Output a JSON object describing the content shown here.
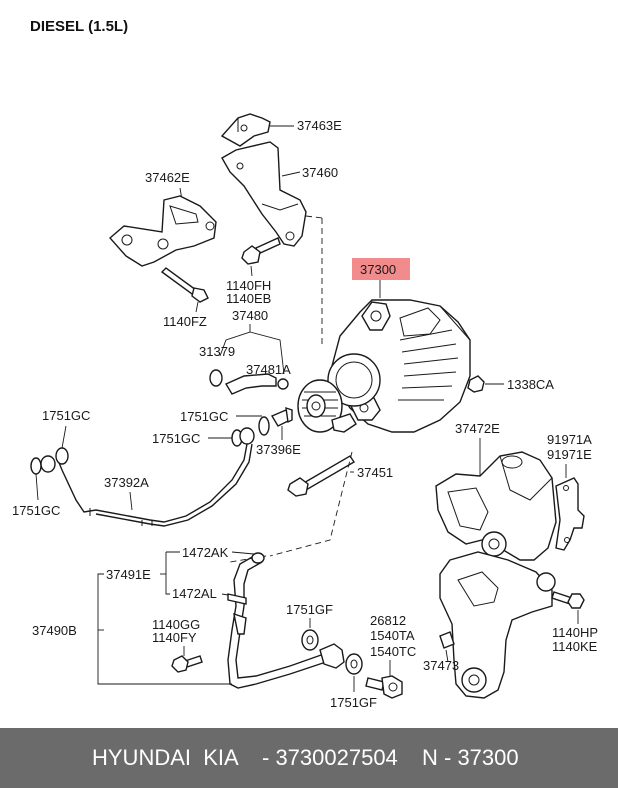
{
  "title": "DIESEL (1.5L)",
  "labels": {
    "p37463E": "37463E",
    "p37460": "37460",
    "p37462E": "37462E",
    "p1140FH": "1140FH",
    "p1140EB": "1140EB",
    "p1140FZ": "1140FZ",
    "p37300": "37300",
    "p37480": "37480",
    "p31379": "31379",
    "p37481A": "37481A",
    "p1338CA": "1338CA",
    "p1751GC_a": "1751GC",
    "p1751GC_b": "1751GC",
    "p1751GC_c": "1751GC",
    "p1751GC_d": "1751GC",
    "p37396E": "37396E",
    "p37392A": "37392A",
    "p37451": "37451",
    "p37472E": "37472E",
    "p91971A": "91971A",
    "p91971E": "91971E",
    "p1472AK": "1472AK",
    "p37491E": "37491E",
    "p1472AL": "1472AL",
    "p37490B": "37490B",
    "p1140GG": "1140GG",
    "p1140FY": "1140FY",
    "p1751GF_a": "1751GF",
    "p1751GF_b": "1751GF",
    "p26812": "26812",
    "p1540TA": "1540TA",
    "p1540TC": "1540TC",
    "p37473": "37473",
    "p1140HP": "1140HP",
    "p1140KE": "1140KE"
  },
  "footer": {
    "brand": "HYUNDAI  KIA",
    "part_number": "- 3730027504",
    "reference": "N - 37300"
  },
  "colors": {
    "highlight": "#f28b8b",
    "footer_bg": "#6b6b6b"
  }
}
